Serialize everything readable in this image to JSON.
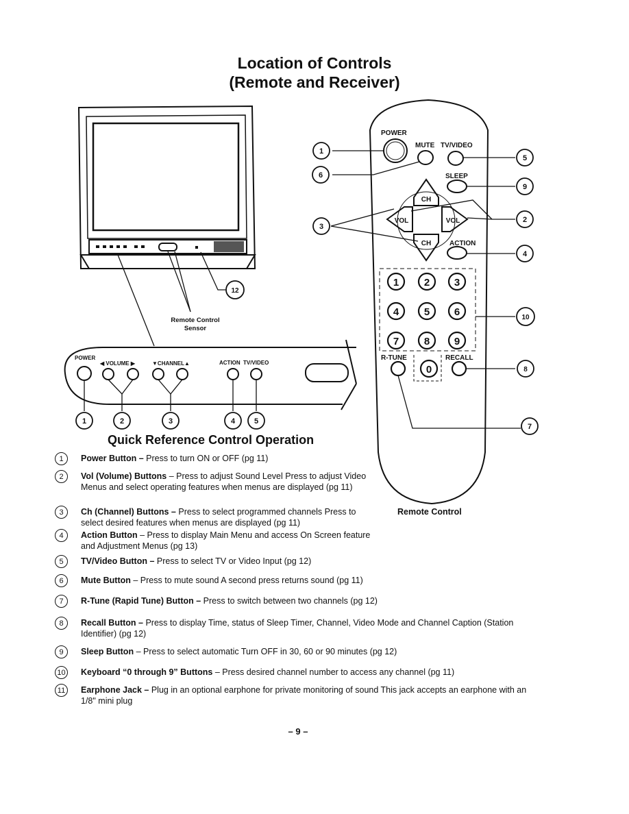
{
  "title": {
    "line1": "Location of Controls",
    "line2": "(Remote and Receiver)"
  },
  "remote": {
    "power": "POWER",
    "mute": "MUTE",
    "tvvideo": "TV/VIDEO",
    "sleep": "SLEEP",
    "ch": "CH",
    "vol": "VOL",
    "action": "ACTION",
    "rtune": "R-TUNE",
    "recall": "RECALL",
    "keys": [
      "1",
      "2",
      "3",
      "4",
      "5",
      "6",
      "7",
      "8",
      "9",
      "0"
    ],
    "caption": "Remote Control"
  },
  "receiver": {
    "sensor_label_1": "Remote Control",
    "sensor_label_2": "Sensor",
    "power": "POWER",
    "volume": "◀ VOLUME ▶",
    "channel": "▼CHANNEL▲",
    "action": "ACTION",
    "tvvideo": "TV/VIDEO"
  },
  "callouts": [
    "1",
    "2",
    "3",
    "4",
    "5",
    "6",
    "7",
    "8",
    "9",
    "10",
    "12"
  ],
  "qr_title": "Quick Reference Control Operation",
  "items": [
    {
      "n": "1",
      "bold": "Power Button –",
      "text": " Press to turn ON or OFF  (pg 11)"
    },
    {
      "n": "2",
      "bold": "Vol (Volume) Buttons",
      "text": " – Press to adjust Sound Level  Press to adjust Video Menus and select operating features when menus are displayed (pg 11)"
    },
    {
      "n": "3",
      "bold": "Ch (Channel) Buttons –",
      "text": " Press to select programmed channels  Press to select desired features when menus are displayed  (pg 11)"
    },
    {
      "n": "4",
      "bold": "Action Button",
      "text": " – Press to display Main Menu and access On Screen feature and Adjustment Menus  (pg 13)"
    },
    {
      "n": "5",
      "bold": "TV/Video Button –",
      "text": " Press to select TV or Video Input  (pg 12)"
    },
    {
      "n": "6",
      "bold": "Mute Button",
      "text": " – Press to mute sound  A second press returns sound  (pg 11)"
    },
    {
      "n": "7",
      "bold": "R-Tune (Rapid Tune) Button –",
      "text": " Press to switch between two channels  (pg 12)"
    },
    {
      "n": "8",
      "bold": "Recall Button –",
      "text": " Press to display Time, status of Sleep Timer, Channel, Video Mode and Channel Caption (Station Identifier)  (pg 12)"
    },
    {
      "n": "9",
      "bold": "Sleep Button",
      "text": " – Press to select automatic Turn OFF in 30, 60 or 90 minutes  (pg 12)"
    },
    {
      "n": "10",
      "bold": "Keyboard “0 through 9” Buttons",
      "text": " – Press desired channel number to access any channel  (pg 11)"
    },
    {
      "n": "11",
      "bold": "Earphone Jack –",
      "text": " Plug in an optional earphone for private monitoring of sound  This jack accepts an earphone with an 1/8\" mini plug"
    }
  ],
  "page_number": "– 9 –"
}
